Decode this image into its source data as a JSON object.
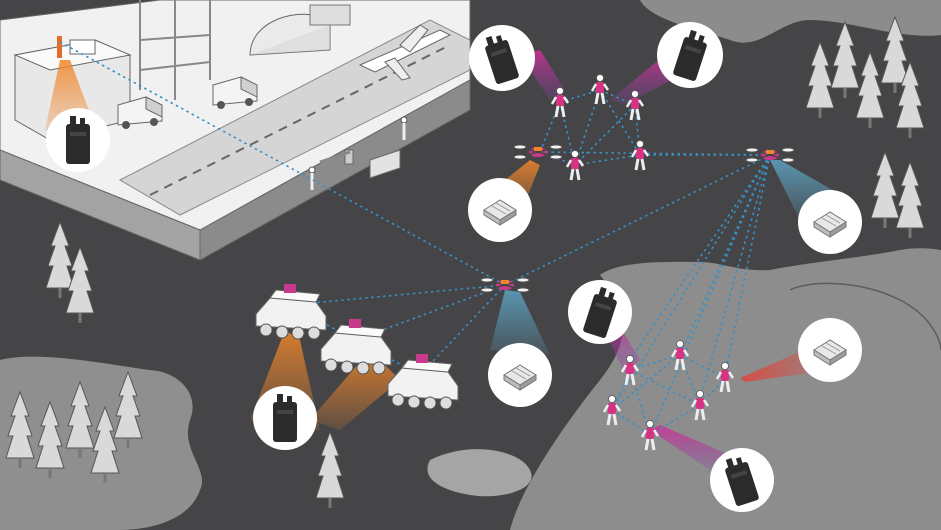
{
  "palette": {
    "terrain_dark": "#454547",
    "terrain_light": "#8f8f8f",
    "terrain_pale": "#b3b3b3",
    "base_top": "#f2f2f2",
    "base_side": "#a9a9a9",
    "runway": "#cfcfcf",
    "tree_fill": "#d6d6d6",
    "link_blue": "#3b8fc2",
    "accent_magenta": "#e0339a",
    "accent_orange": "#f0862a",
    "accent_purple": "#8a3fa8",
    "callout_bg": "#ffffff"
  },
  "nodes": [
    {
      "id": "tower",
      "kind": "antenna",
      "icon": "radio-mast-icon"
    },
    {
      "id": "drone-upper",
      "kind": "drone",
      "icon": "drone-icon"
    },
    {
      "id": "drone-center",
      "kind": "drone",
      "icon": "drone-icon"
    },
    {
      "id": "drone-right",
      "kind": "drone",
      "icon": "drone-icon"
    },
    {
      "id": "vehicle-1",
      "kind": "vehicle",
      "icon": "armored-vehicle-icon"
    },
    {
      "id": "vehicle-2",
      "kind": "vehicle",
      "icon": "armored-vehicle-icon"
    },
    {
      "id": "vehicle-3",
      "kind": "vehicle",
      "icon": "armored-vehicle-icon"
    },
    {
      "id": "soldier-group-upper",
      "kind": "squad",
      "icon": "soldier-icon"
    },
    {
      "id": "soldier-group-lower",
      "kind": "squad",
      "icon": "soldier-icon"
    }
  ],
  "callouts": [
    {
      "id": "tower-radio",
      "device": "handheld-radio-icon",
      "glow": "orange"
    },
    {
      "id": "upper-squad-radio-left",
      "device": "handheld-radio-icon",
      "glow": "magenta"
    },
    {
      "id": "upper-squad-radio-right",
      "device": "handheld-radio-icon",
      "glow": "magenta"
    },
    {
      "id": "upper-drone-module",
      "device": "radio-module-icon",
      "glow": "orange"
    },
    {
      "id": "right-drone-module",
      "device": "radio-module-icon",
      "glow": "blue"
    },
    {
      "id": "center-drone-module",
      "device": "radio-module-icon",
      "glow": "blue"
    },
    {
      "id": "vehicle-radio",
      "device": "handheld-radio-icon",
      "glow": "orange"
    },
    {
      "id": "lower-squad-radio",
      "device": "handheld-radio-icon",
      "glow": "magenta"
    },
    {
      "id": "lower-squad-module",
      "device": "radio-module-icon",
      "glow": "orange"
    },
    {
      "id": "lower-squad-radio-bottom",
      "device": "handheld-radio-icon",
      "glow": "magenta"
    }
  ]
}
